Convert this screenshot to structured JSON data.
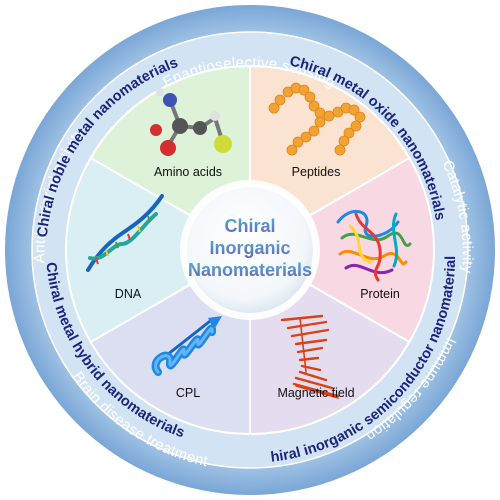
{
  "center": {
    "lines": [
      "Chiral",
      "Inorganic",
      "Nanomaterials"
    ],
    "color_top": "#4fb6d8",
    "color_bottom": "#6a5fb8"
  },
  "outer_ring": {
    "color": "#8fb8df",
    "labels": {
      "top": "Enantioselective sensing",
      "right": "Catalytic activity",
      "bottom_right": "Immune regulation",
      "bottom_left": "Brain disease treatment",
      "left": "Antibacterial activity"
    }
  },
  "middle_ring": {
    "color": "#cfe0f2",
    "labels": {
      "noble_metal": "Chiral noble metal nanomaterials",
      "metal_oxide": "Chiral metal oxide nanomaterials",
      "semiconductor": "Chiral inorganic semiconductor nanomaterials",
      "metal_hybrid": "Chiral metal hybrid nanomaterials"
    }
  },
  "segments": [
    {
      "id": "amino-acids",
      "label": "Amino acids",
      "color": "#ddf2d8"
    },
    {
      "id": "peptides",
      "label": "Peptides",
      "color": "#fbe3d2"
    },
    {
      "id": "protein",
      "label": "Protein",
      "color": "#f8d9e3"
    },
    {
      "id": "magnetic-field",
      "label": "Magnetic field",
      "color": "#e6dcef"
    },
    {
      "id": "cpl",
      "label": "CPL",
      "color": "#dcdff2"
    },
    {
      "id": "dna",
      "label": "DNA",
      "color": "#d9eff3"
    }
  ],
  "icons": {
    "amino_acids": "amino-acid-molecule-icon",
    "peptides": "peptide-chain-icon",
    "protein": "protein-ribbon-icon",
    "magnetic_field": "magnetic-field-helix-icon",
    "cpl": "circularly-polarized-light-icon",
    "dna": "dna-double-helix-icon"
  }
}
